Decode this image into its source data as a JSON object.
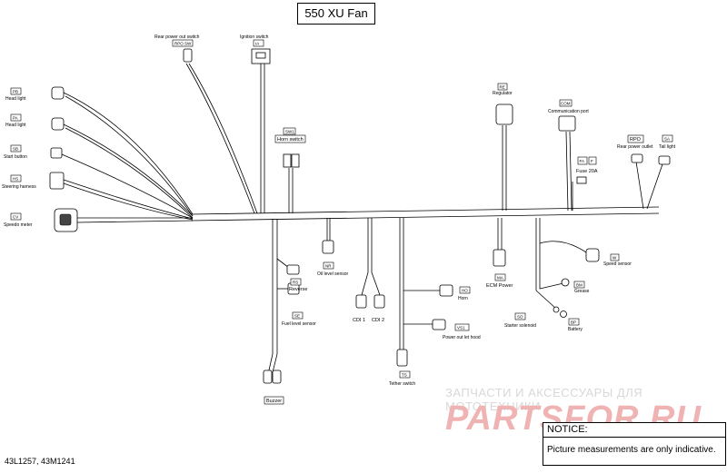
{
  "title": "550 XU Fan",
  "footer_code": "43L1257, 43M1241",
  "watermark": {
    "top": "ЗАПЧАСТИ И АКСЕССУАРЫ ДЛЯ МОТОТЕХНИКИ",
    "main": "PARTSFOR.RU"
  },
  "notice": {
    "heading": "NOTICE:",
    "body": "Picture measurements are only indicative."
  },
  "components": {
    "rear_power_switch": {
      "name": "Rear power out switch",
      "code": "RPO SW"
    },
    "ignition_switch": {
      "name": "Ignition switch",
      "code": "IA"
    },
    "head_light_1": {
      "name": "Head light",
      "code": "PB"
    },
    "head_light_2": {
      "name": "Head light",
      "code": "PA"
    },
    "start_button": {
      "name": "Start button",
      "code": "SB"
    },
    "steering_harness": {
      "name": "Steering harness",
      "code": "HS"
    },
    "speedo_meter": {
      "name": "Speedo meter",
      "code": "CV"
    },
    "horn_switch": {
      "name": "Horn switch",
      "code": "SW1"
    },
    "regulator": {
      "name": "Regulator",
      "code": "RE"
    },
    "communication_port": {
      "name": "Communication port",
      "code": "COM"
    },
    "fuse": {
      "name": "Fuse 20A",
      "code_a": "FA",
      "code_b": "F"
    },
    "rear_power_outlet": {
      "name": "Rear power outlet",
      "code": "RPO"
    },
    "tail_light": {
      "name": "Tail light",
      "code": "SA"
    },
    "reverse": {
      "name": "Reverse",
      "code": "RS"
    },
    "oil_level_sensor": {
      "name": "Oil level sensor",
      "code": "NR"
    },
    "fuel_level_sensor": {
      "name": "Fuel level sensor",
      "code": "SE"
    },
    "cdi1": {
      "name": "CDI 1"
    },
    "cdi2": {
      "name": "CDI 2"
    },
    "horn": {
      "name": "Horn",
      "code": "HO"
    },
    "power_out_hood": {
      "name": "Power out let hood",
      "code": "VS1"
    },
    "ecm_power": {
      "name": "ECM Power",
      "code": "MA"
    },
    "speed_sensor": {
      "name": "Speed sensor",
      "code": "W"
    },
    "grease": {
      "name": "Grease",
      "code": "BM"
    },
    "starter_solenoid": {
      "name": "Starter solenoid",
      "code": "SO"
    },
    "battery": {
      "name": "Battery",
      "code": "BP"
    },
    "tether_switch": {
      "name": "Tether switch",
      "code": "TS"
    },
    "buzzer": {
      "name": "Buzzer"
    }
  }
}
